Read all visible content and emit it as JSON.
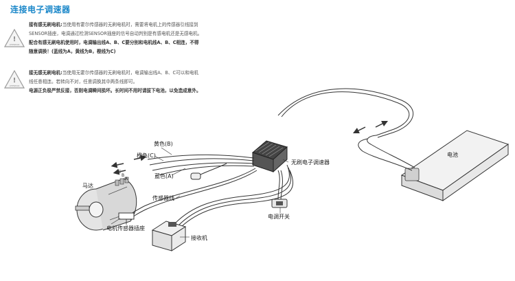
{
  "title": "连接电子调速器",
  "caution_text": "ATTENTION",
  "notes": {
    "n1_bold": "接有感无刷电机:",
    "n1_l1": "当使用有霍尔传感器的无刷电机时，需要将电机上的传感器引线接到",
    "n1_l2": "SENSOR插座，电调通过检测SENSOR插座的信号自动判别是有感电机还是无感电机。",
    "n1_l3": "配合有感无刷电机使用时，电调输出线A、B、C要分别和电机线A、B、C相连，不得",
    "n1_l4": "随意调换！(蓝线为A，黄线为B，橙线为C)",
    "n2_bold": "接无感无刷电机:",
    "n2_l1": "当使用无霍尔传感器的无刷电机时，电调输出线A、B、C可以和电机",
    "n2_l2": "线任意相连。若转向不对，任意调换其中两条线即可。",
    "n2_l3": "电源正负极严禁反接，否则电调瞬间损坏。长时间不用时请拔下电池，以免造成意外。"
  },
  "labels": {
    "yellow": "黄色(B)",
    "orange": "橙色(C)",
    "blue": "蓝色(A)",
    "esc": "无刷电子调速器",
    "battery": "电池",
    "motor": "马达",
    "sensor_wire": "传感器线",
    "esc_switch": "电调开关",
    "motor_sensor_socket": "电机传感器插座",
    "receiver": "接收机",
    "phase_c": "C",
    "phase_b": "B",
    "phase_a": "A"
  },
  "colors": {
    "title": "#1a87c9",
    "line": "#333333",
    "device": "#e6e6e6"
  }
}
